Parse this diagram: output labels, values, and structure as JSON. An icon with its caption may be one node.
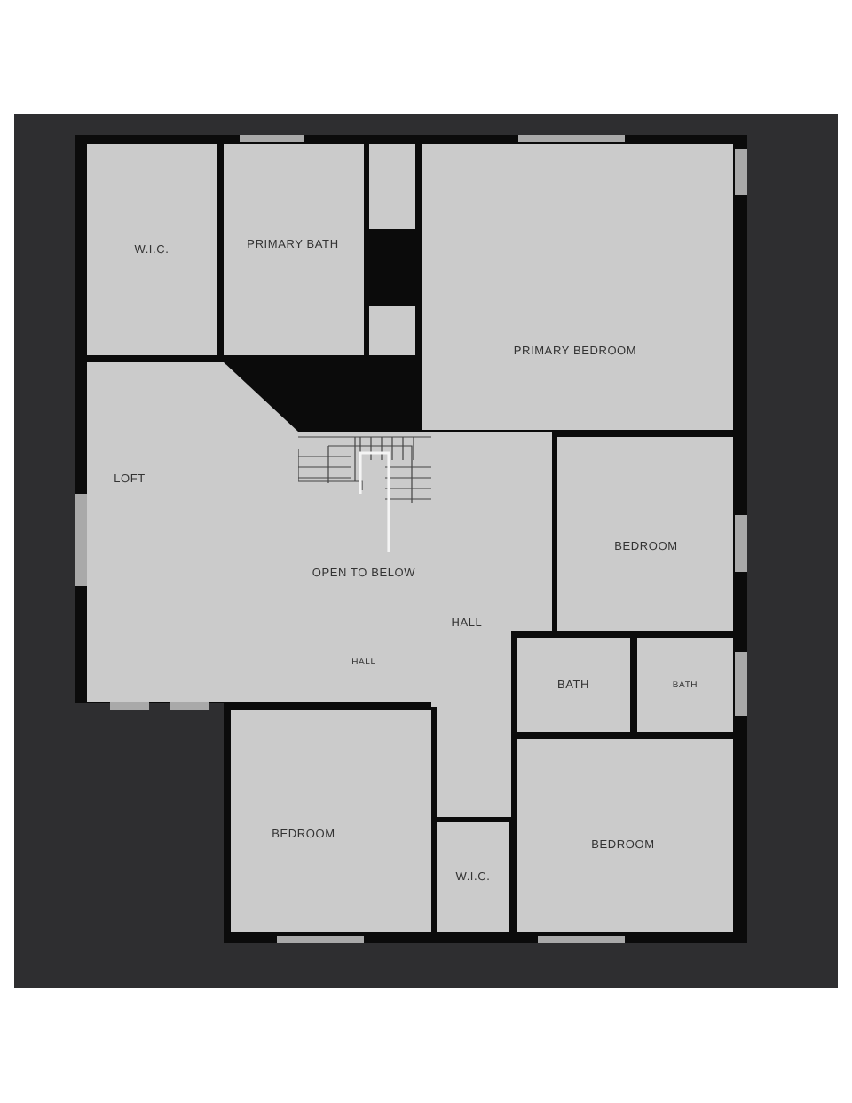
{
  "diagram": {
    "nodes": [
      {
        "text": [
          "W.I.C."
        ]
      },
      {
        "text": [
          "PRIMARY BATH"
        ]
      },
      {
        "text": [],
        "shape": "box"
      },
      {
        "text": [],
        "shape": "box"
      },
      {
        "text": [
          "PRIMARY BEDROOM"
        ]
      },
      {
        "text": [
          "LOFT"
        ]
      },
      {
        "text": [
          "OPEN TO BELOW"
        ]
      },
      {
        "text": [
          "HALL"
        ]
      },
      {
        "text": [
          "BEDROOM"
        ]
      },
      {
        "text": [
          "HALL"
        ]
      },
      {
        "text": [
          "BATH"
        ]
      },
      {
        "text": [
          "BATH"
        ]
      },
      {
        "text": [
          "BEDROOM"
        ]
      },
      {
        "text": [
          "W.I.C."
        ]
      },
      {
        "text": [
          "BEDROOM"
        ]
      }
    ]
  }
}
